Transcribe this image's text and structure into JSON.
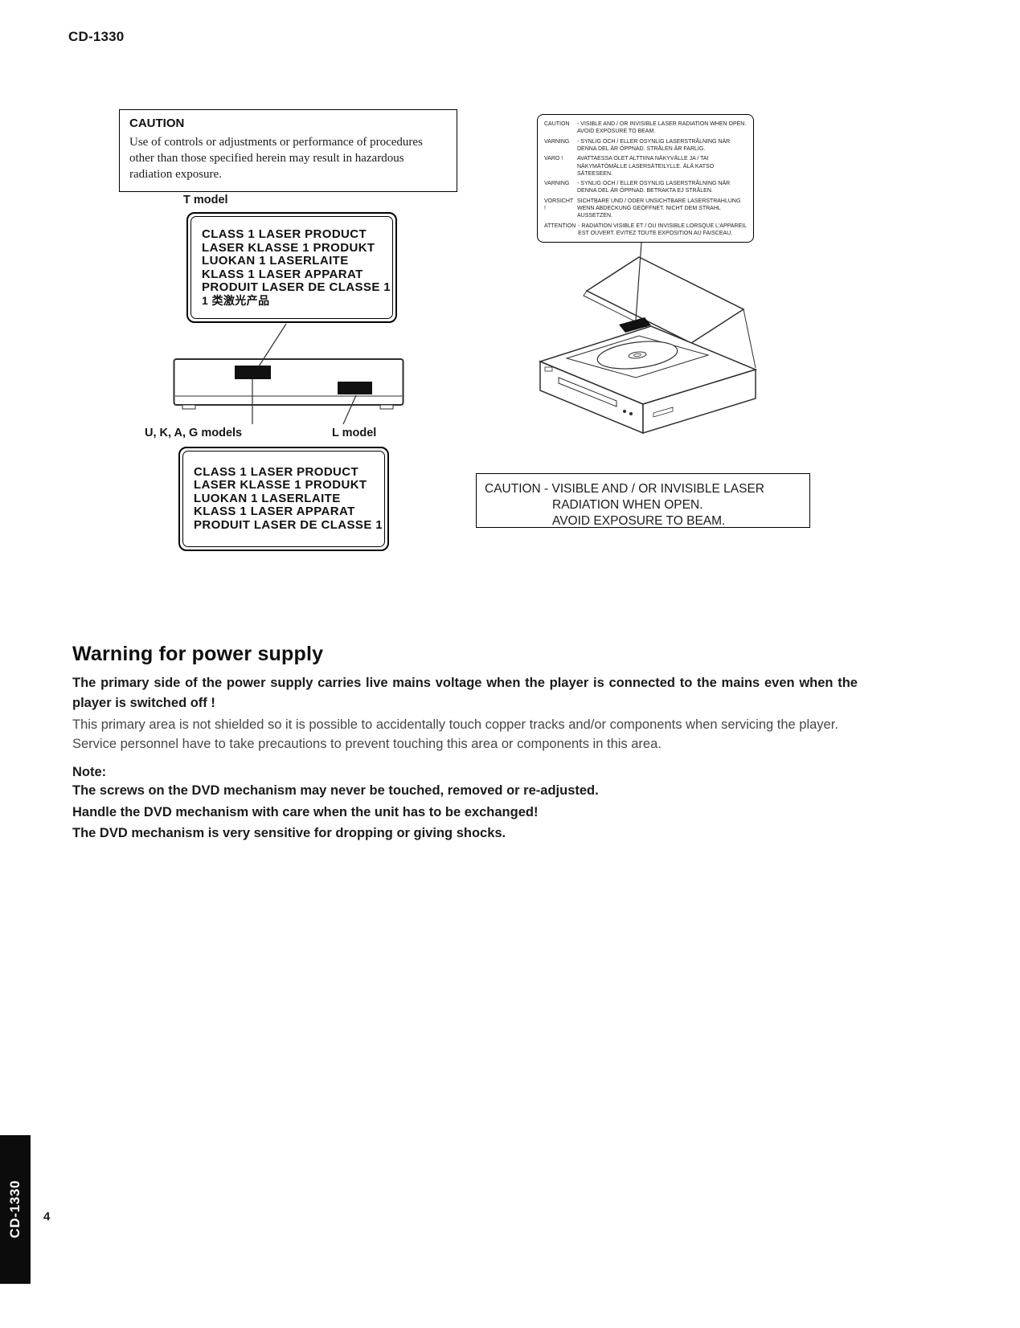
{
  "header": {
    "model": "CD-1330"
  },
  "caution_box": {
    "title": "CAUTION",
    "body": "Use of controls or adjustments or performance of procedures other than those specified herein may result in hazardous radiation exposure."
  },
  "labels": {
    "t_model": "T model",
    "ukag_models": "U, K, A, G models",
    "l_model": "L model"
  },
  "laser_label_t": {
    "lines": [
      "CLASS 1 LASER PRODUCT",
      "LASER KLASSE 1 PRODUKT",
      "LUOKAN 1 LASERLAITE",
      "KLASS 1 LASER APPARAT",
      "PRODUIT LASER DE CLASSE 1",
      "1 类激光产品"
    ]
  },
  "laser_label_l": {
    "lines": [
      "CLASS 1 LASER PRODUCT",
      "LASER KLASSE 1 PRODUKT",
      "LUOKAN 1 LASERLAITE",
      "KLASS 1 LASER APPARAT",
      "PRODUIT LASER DE CLASSE 1"
    ]
  },
  "multilingual_label": {
    "rows": [
      {
        "lang": "CAUTION",
        "text": "- VISIBLE AND / OR INVISIBLE LASER RADIATION WHEN OPEN. AVOID EXPOSURE TO BEAM."
      },
      {
        "lang": "VARNING",
        "text": "- SYNLIG OCH / ELLER OSYNLIG LASERSTRÅLNING NÄR DENNA DEL ÄR ÖPPNAD. STRÅLEN ÄR FARLIG."
      },
      {
        "lang": "VARO !",
        "text": "AVATTAESSA OLET ALTTIINA NÄKYVÄLLE JA / TAI NÄKYMÄTÖMÄLLE LASERSÄTEILYLLE. ÄLÄ KATSO SÄTEESEEN."
      },
      {
        "lang": "VARNING",
        "text": "- SYNLIG OCH / ELLER OSYNLIG LASERSTRÅLNING NÄR DENNA DEL ÄR ÖPPNAD. BETRAKTA EJ STRÅLEN."
      },
      {
        "lang": "VORSICHT !",
        "text": "SICHTBARE UND / ODER UNSICHTBARE LASERSTRAHLUNG WENN ABDECKUNG GEÖFFNET. NICHT DEM STRAHL AUSSETZEN."
      },
      {
        "lang": "ATTENTION",
        "text": "- RADIATION VISIBLE ET / OU INVISIBLE LORSQUE L'APPAREIL EST OUVERT. EVITEZ TOUTE EXPOSITION AU FAISCEAU."
      }
    ]
  },
  "caution_right": {
    "lines": [
      "CAUTION - VISIBLE AND / OR INVISIBLE LASER",
      "RADIATION WHEN OPEN.",
      "AVOID EXPOSURE TO BEAM."
    ]
  },
  "warning": {
    "title": "Warning for power supply",
    "lead_bold": "The primary side of the power supply carries live mains voltage when the player is connected to the mains even when the player is switched off !",
    "para1": "This primary area is not shielded so it is possible to accidentally touch copper tracks and/or components when servicing the player.",
    "para2": "Service personnel have to take precautions to prevent touching this area or components in this area.",
    "note_label": "Note:",
    "note_lines": [
      "The screws on the DVD mechanism may never be touched, removed or re-adjusted.",
      "Handle the DVD mechanism with care when the unit has to be exchanged!",
      "The DVD mechanism is very sensitive for dropping or giving shocks."
    ]
  },
  "footer": {
    "page_number": "4",
    "side_label": "CD-1330"
  }
}
